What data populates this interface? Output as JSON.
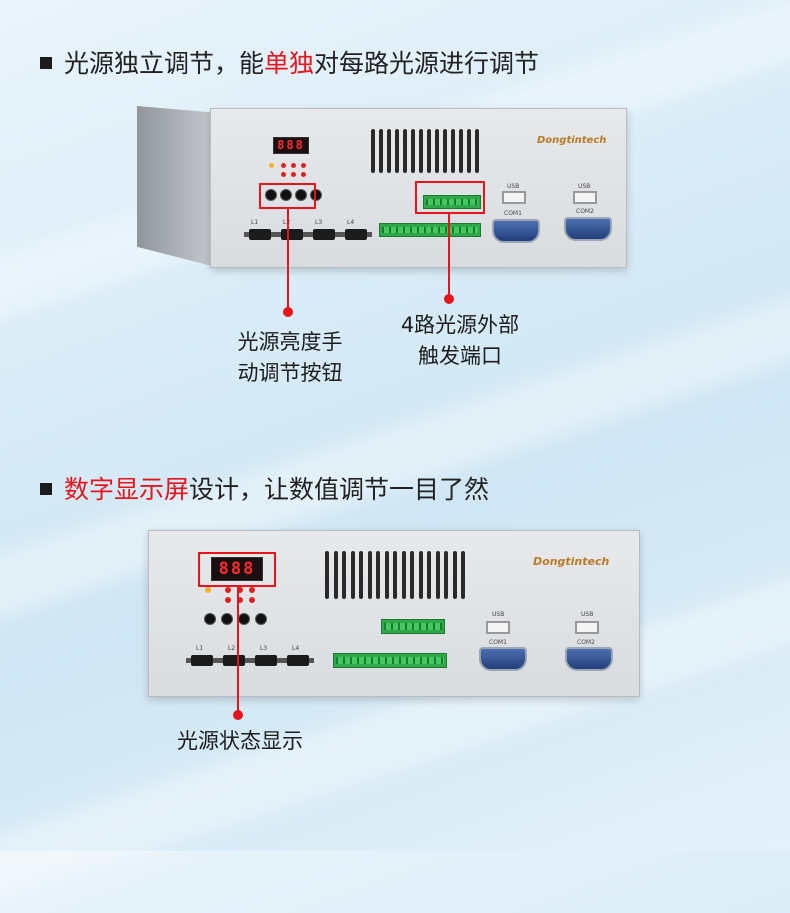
{
  "section1": {
    "heading_pre": "光源独立调节，能",
    "heading_red": "单独",
    "heading_post": "对每路光源进行调节"
  },
  "section2": {
    "heading_red": "数字显示屏",
    "heading_post": "设计，让数值调节一目了然"
  },
  "device": {
    "brand": "Dongtintech",
    "display_value": "888",
    "light_ports": [
      "L1",
      "L2",
      "L3",
      "L4"
    ],
    "usb_label": "USB",
    "com1_label": "COM1",
    "com2_label": "COM2"
  },
  "callouts": {
    "manual_buttons_line1": "光源亮度手",
    "manual_buttons_line2": "动调节按钮",
    "trigger_ports_line1": "4路光源外部",
    "trigger_ports_line2": "触发端口",
    "status_display": "光源状态显示"
  },
  "colors": {
    "accent_red": "#e8141c",
    "brand_orange": "#ba7a26",
    "terminal_green": "#2fa84a",
    "com_blue": "#2d4f92"
  }
}
